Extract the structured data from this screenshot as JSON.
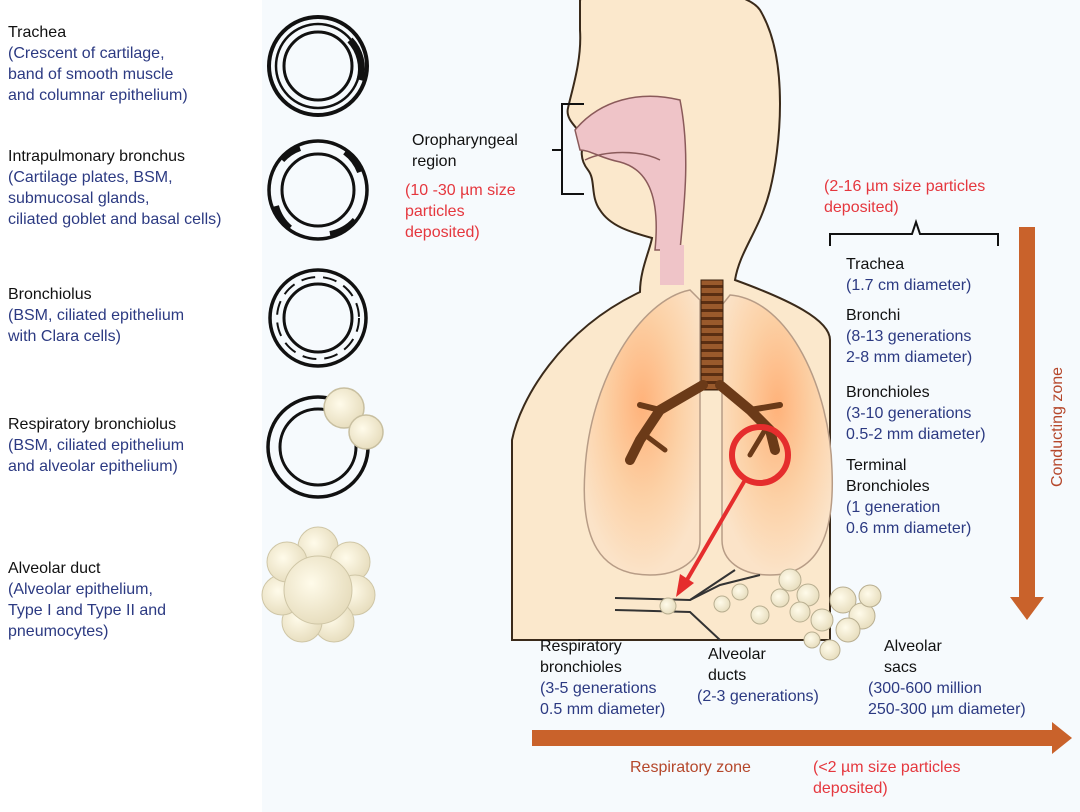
{
  "airway_sections": [
    {
      "name": "Trachea",
      "desc": "(Crescent of cartilage,\nband of smooth muscle\nand columnar epithelium)"
    },
    {
      "name": "Intrapulmonary bronchus",
      "desc": "(Cartilage plates, BSM,\nsubmucosal glands,\nciliated goblet and basal cells)"
    },
    {
      "name": "Bronchiolus",
      "desc": "(BSM, ciliated epithelium\nwith Clara cells)"
    },
    {
      "name": "Respiratory bronchiolus",
      "desc": "(BSM, ciliated epithelium\nand alveolar epithelium)"
    },
    {
      "name": "Alveolar duct",
      "desc": "(Alveolar epithelium,\nType I and Type II and\npneumocytes)"
    }
  ],
  "oropharyngeal": {
    "label": "Oropharyngeal\nregion",
    "deposit": "(10 -30 µm size\nparticles\ndeposited)"
  },
  "conducting": {
    "deposit": "(2-16 µm size particles\ndeposited)",
    "zone_label": "Conducting zone",
    "items": [
      {
        "name": "Trachea",
        "detail": "(1.7 cm diameter)"
      },
      {
        "name": "Bronchi",
        "detail": "(8-13 generations\n2-8 mm diameter)"
      },
      {
        "name": "Bronchioles",
        "detail": "(3-10 generations\n0.5-2 mm diameter)"
      },
      {
        "name": "Terminal\nBronchioles",
        "detail": "(1 generation\n0.6 mm diameter)"
      }
    ]
  },
  "respiratory": {
    "zone_label": "Respiratory zone",
    "deposit": "(<2 µm size particles\ndeposited)",
    "items": [
      {
        "name": "Respiratory\nbronchioles",
        "detail": "(3-5 generations\n0.5 mm diameter)"
      },
      {
        "name": "Alveolar\nducts",
        "detail": "(2-3 generations)"
      },
      {
        "name": "Alveolar\nsacs",
        "detail": "(300-600 million\n250-300 µm diameter)"
      }
    ]
  },
  "colors": {
    "skin": "#fbe8cc",
    "arrow": "#c9622b",
    "highlight": "#e52d2d",
    "label_blue": "#2c3a82",
    "alveoli": "#f5efd9"
  }
}
